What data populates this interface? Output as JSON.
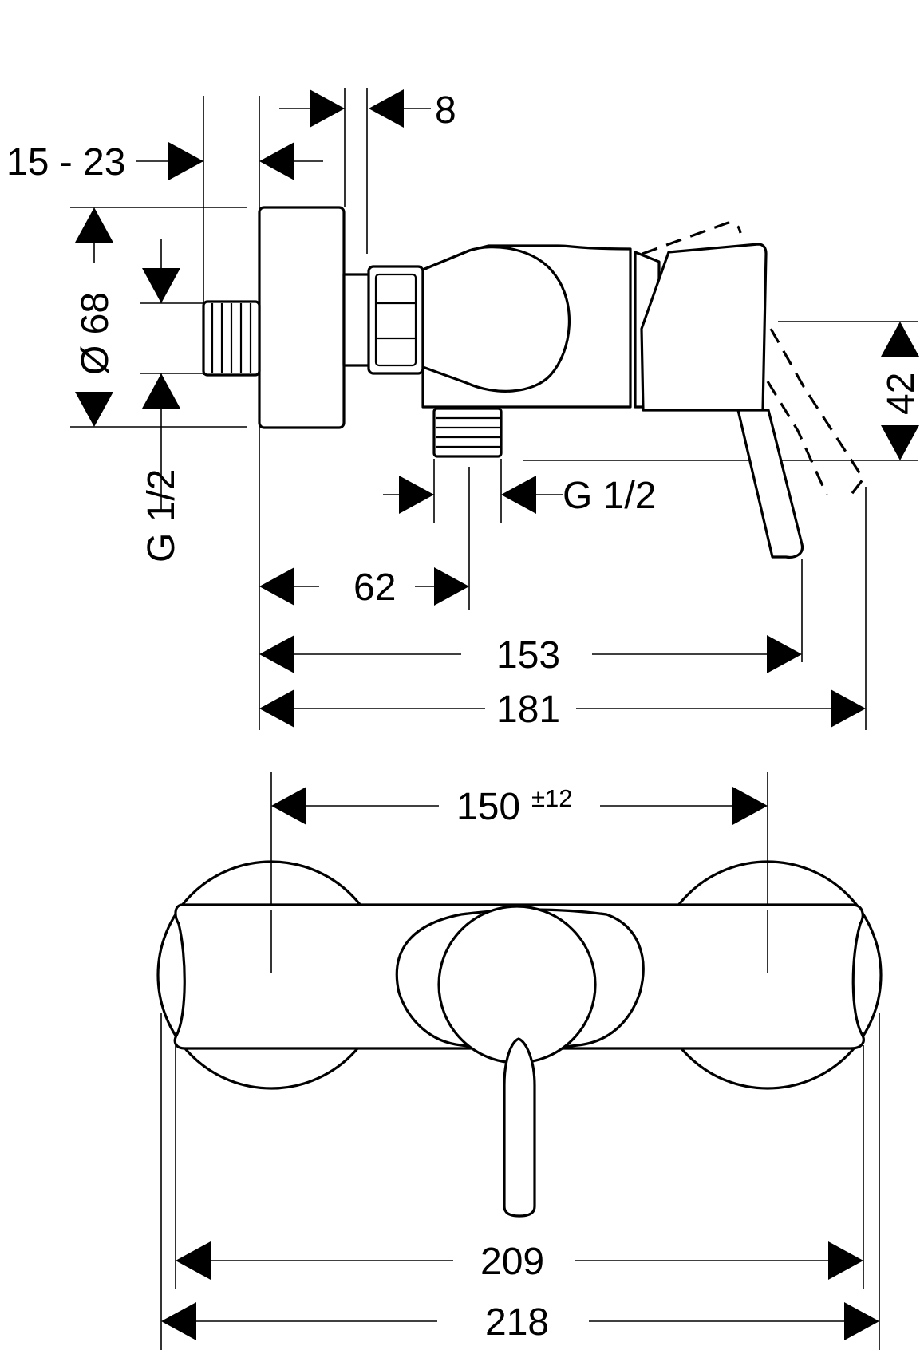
{
  "side_view": {
    "dims": {
      "projection": "8",
      "wall_range": "15 - 23",
      "diameter": "Ø 68",
      "inlet_thread": "G 1/2",
      "outlet_thread": "G 1/2",
      "lever_height": "42",
      "outlet_offset": "62",
      "depth_lever": "153",
      "depth_total": "181"
    }
  },
  "top_view": {
    "dims": {
      "center_distance": "150",
      "center_tolerance": "±12",
      "body_width": "209",
      "overall_width": "218"
    }
  }
}
